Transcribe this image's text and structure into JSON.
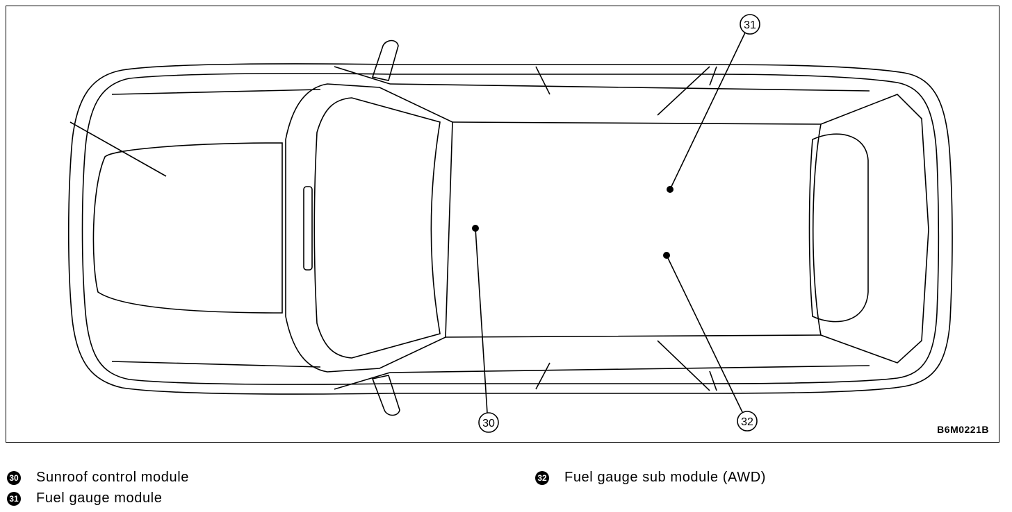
{
  "figure": {
    "code": "B6M0221B",
    "callouts": [
      {
        "id": "30",
        "label": "30"
      },
      {
        "id": "31",
        "label": "31"
      },
      {
        "id": "32",
        "label": "32"
      }
    ]
  },
  "legend": [
    {
      "num": "30",
      "text": "Sunroof control module"
    },
    {
      "num": "31",
      "text": "Fuel gauge module"
    },
    {
      "num": "32",
      "text": "Fuel gauge sub module (AWD)"
    }
  ]
}
